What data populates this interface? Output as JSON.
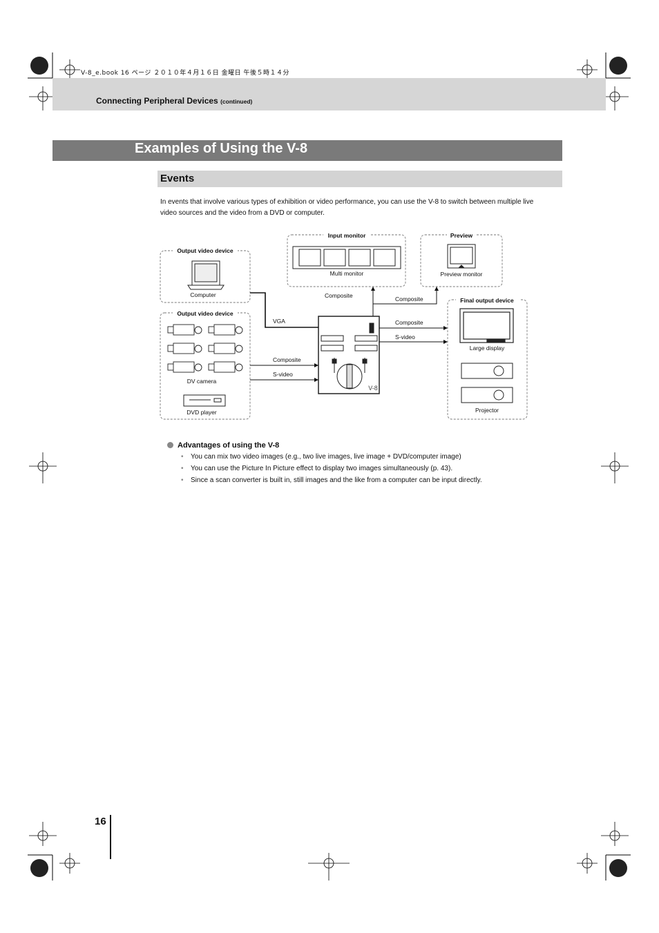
{
  "meta_line": "V-8_e.book  16 ページ  ２０１０年４月１６日  金曜日  午後５時１４分",
  "header": {
    "title": "Connecting Peripheral Devices",
    "continued": "(continued)"
  },
  "page_title": "Examples of Using the V-8",
  "section": {
    "title": "Events",
    "intro": "In events that involve various types of exhibition or video performance, you can use the V-8 to switch between multiple live video sources and the video from a DVD or computer."
  },
  "diagram": {
    "groups": {
      "output_device_1": "Output video device",
      "output_device_2": "Output video device",
      "input_monitor": "Input monitor",
      "preview": "Preview",
      "final_output": "Final output device"
    },
    "devices": {
      "computer": "Computer",
      "dv_camera": "DV camera",
      "dvd_player": "DVD player",
      "multi_monitor": "Multi monitor",
      "preview_monitor": "Preview monitor",
      "large_display": "Large display",
      "projector": "Projector",
      "mixer_model": "V-8"
    },
    "connections": {
      "vga": "VGA",
      "composite_in": "Composite",
      "svideo_in": "S-video",
      "composite_monitor": "Composite",
      "composite_preview": "Composite",
      "composite_out": "Composite",
      "svideo_out": "S-video"
    }
  },
  "advantages": {
    "title": "Advantages of using the V-8",
    "items": [
      "You can mix two video images (e.g., two live images, live image + DVD/computer image)",
      "You can use the Picture In Picture effect to display two images simultaneously (p. 43).",
      "Since a scan converter is built in, still images and the like from a computer can be input directly."
    ]
  },
  "page_number": "16"
}
